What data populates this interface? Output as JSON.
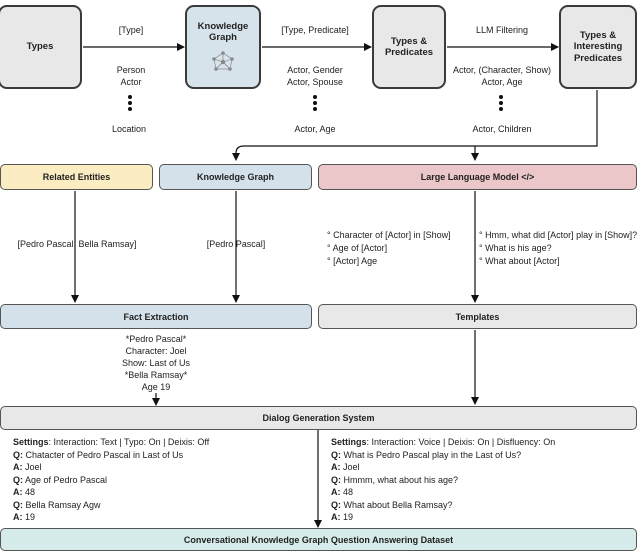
{
  "top": {
    "types": "Types",
    "knowledge_graph": "Knowledge Graph",
    "types_predicates": "Types & Predicates",
    "types_interesting": "Types & Interesting Predicates",
    "edge1_label": "[Type]",
    "edge1_items": [
      "Person",
      "Actor"
    ],
    "edge1_last": "Location",
    "edge2_label": "[Type, Predicate]",
    "edge2_items": [
      "Actor, Gender",
      "Actor, Spouse"
    ],
    "edge2_last": "Actor, Age",
    "edge3_label": "LLM Filtering",
    "edge3_items": [
      "Actor, (Character, Show)",
      "Actor, Age"
    ],
    "edge3_last": "Actor, Children"
  },
  "middle": {
    "related_entities": "Related Entities",
    "knowledge_graph": "Knowledge Graph",
    "llm": "Large Language Model </>",
    "related_value": "[Pedro Pascal, Bella Ramsay]",
    "kg_value": "[Pedro Pascal]",
    "llm_left": [
      "° Character of [Actor] in [Show]",
      "° Age of [Actor]",
      "° [Actor] Age"
    ],
    "llm_right": [
      "° Hmm, what did [Actor] play in [Show]?",
      "° What is his age?",
      "° What about [Actor]"
    ]
  },
  "lower": {
    "fact_extraction": "Fact Extraction",
    "templates": "Templates",
    "facts": [
      "*Pedro Pascal*",
      "Character: Joel",
      "Show: Last of Us",
      "*Bella Ramsay*",
      "Age 19"
    ],
    "dialog_system": "Dialog Generation System"
  },
  "left_dialog": {
    "settings_key": "Settings",
    "settings_value": ": Interaction: Text | Typo: On | Deixis: Off",
    "lines": [
      {
        "k": "Q:",
        "v": " Chatacter of Pedro Pascal in Last of Us"
      },
      {
        "k": "A:",
        "v": " Joel"
      },
      {
        "k": "Q:",
        "v": " Age of Pedro Pascal"
      },
      {
        "k": "A:",
        "v": " 48"
      },
      {
        "k": "Q:",
        "v": " Bella Ramsay Agw"
      },
      {
        "k": "A:",
        "v": " 19"
      }
    ]
  },
  "right_dialog": {
    "settings_key": "Settings",
    "settings_value": ": Interaction: Voice | Deixis: On | Disfluency: On",
    "lines": [
      {
        "k": "Q:",
        "v": " What is Pedro Pascal play in the Last of Us?"
      },
      {
        "k": "A:",
        "v": " Joel"
      },
      {
        "k": "Q:",
        "v": " Hmmm, what about his age?"
      },
      {
        "k": "A:",
        "v": " 48"
      },
      {
        "k": "Q:",
        "v": " What about Bella Ramsay?"
      },
      {
        "k": "A:",
        "v": " 19"
      }
    ]
  },
  "dataset": "Conversational Knowledge Graph Question Answering Dataset",
  "colors": {
    "gray_box": "#e8e8e8",
    "blue_box": "#d7e3ea",
    "yellow_bar": "#fbecc2",
    "blue_bar": "#d5e1ea",
    "red_bar": "#ecc7c9",
    "bottom_bar": "#d6ecea"
  }
}
